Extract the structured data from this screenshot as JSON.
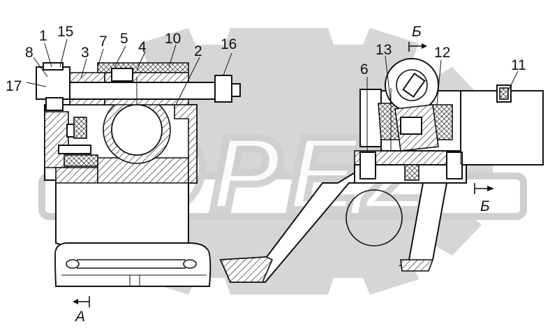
{
  "watermark": {
    "text": "OPEZ",
    "color": "#cfcfcf"
  },
  "callouts": [
    "1",
    "15",
    "7",
    "5",
    "4",
    "10",
    "2",
    "16",
    "8",
    "3",
    "17",
    "13",
    "12",
    "11",
    "6"
  ],
  "section_marks": {
    "b_top": "Б",
    "b_right": "Б",
    "a_bottom": "А"
  },
  "colors": {
    "line": "#111111",
    "background": "#ffffff"
  }
}
